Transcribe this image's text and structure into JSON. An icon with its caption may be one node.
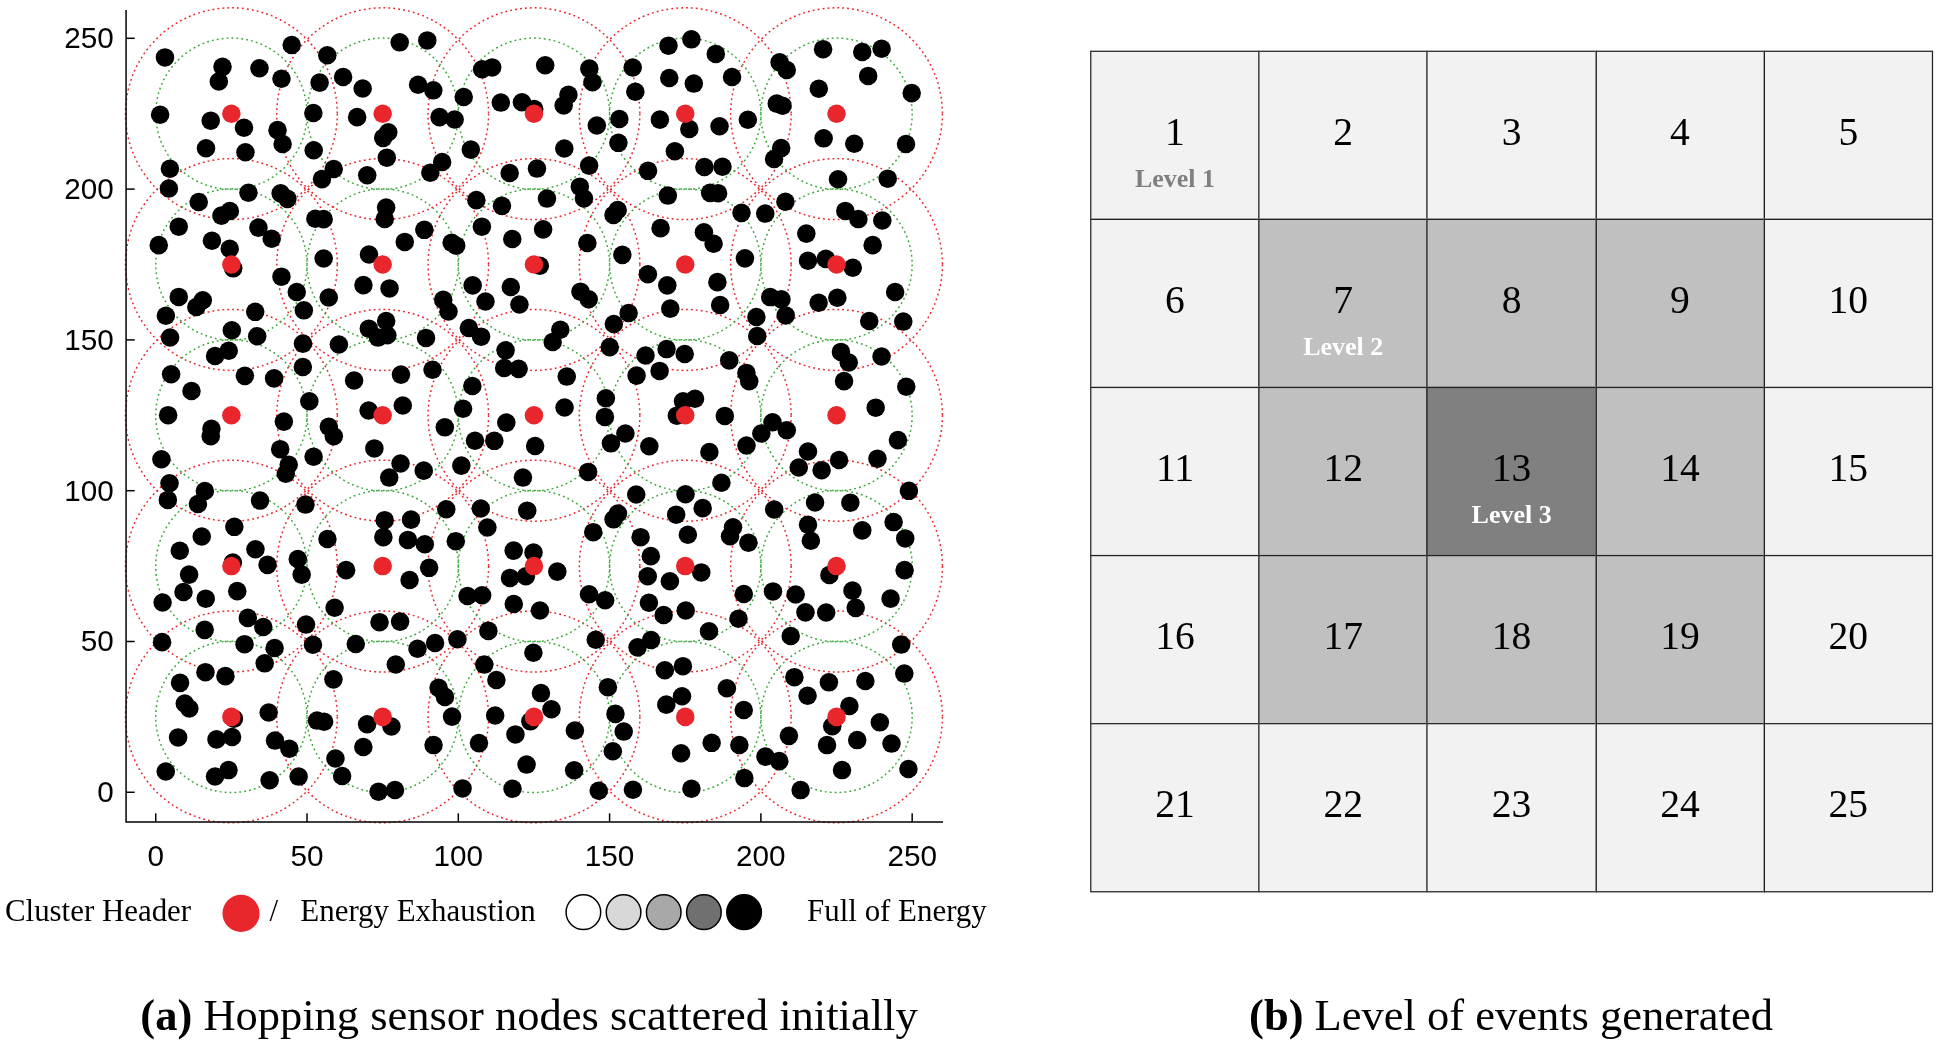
{
  "diagram": {
    "nodes": [
      {
        "text": [
          "1",
          "Level 1"
        ]
      },
      {
        "text": [
          "2"
        ]
      },
      {
        "text": [
          "3"
        ]
      },
      {
        "text": [
          "4"
        ]
      },
      {
        "text": [
          "5"
        ]
      },
      {
        "text": [
          "6"
        ]
      },
      {
        "text": [
          "7",
          "Level 2"
        ]
      },
      {
        "text": [
          "8"
        ]
      },
      {
        "text": [
          "9"
        ]
      },
      {
        "text": [
          "10"
        ]
      },
      {
        "text": [
          "11"
        ]
      },
      {
        "text": [
          "12"
        ]
      },
      {
        "text": [
          "13",
          "Level 3"
        ]
      },
      {
        "text": [
          "14"
        ]
      },
      {
        "text": [
          "15"
        ]
      },
      {
        "text": [
          "16"
        ]
      },
      {
        "text": [
          "17"
        ]
      },
      {
        "text": [
          "18"
        ]
      },
      {
        "text": [
          "19"
        ]
      },
      {
        "text": [
          "20"
        ]
      },
      {
        "text": [
          "21"
        ]
      },
      {
        "text": [
          "22"
        ]
      },
      {
        "text": [
          "23"
        ]
      },
      {
        "text": [
          "24"
        ]
      },
      {
        "text": [
          "25"
        ]
      }
    ],
    "edges": [],
    "labels": [
      "250",
      "200",
      "150",
      "100",
      "50",
      "0",
      "0",
      "50",
      "100",
      "150",
      "200",
      "250",
      "/",
      "Energy Exhaustion",
      "Full of Energy",
      "**(a)** Hopping sensor nodes scattered initially",
      "**(b)** Level of events generated"
    ],
    "legend": [
      {
        "text": "Cluster Header",
        "color": "#e8262b"
      }
    ]
  }
}
